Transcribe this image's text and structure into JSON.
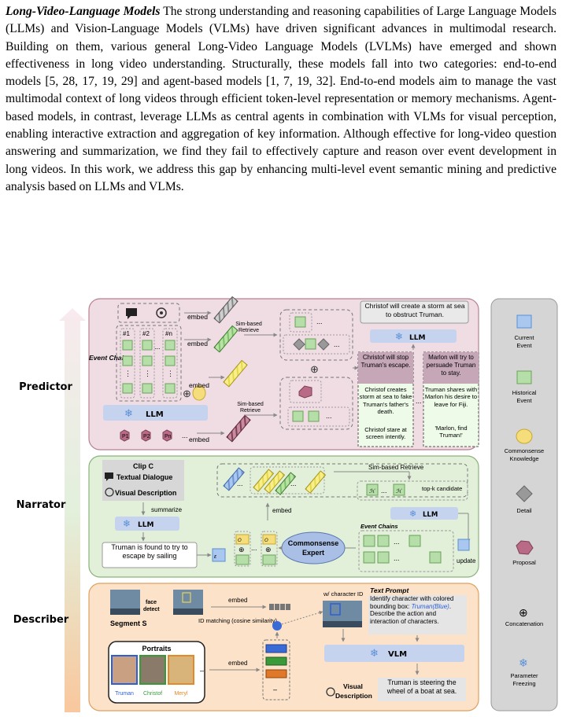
{
  "paragraph": {
    "lead": "Long-Video-Language Models",
    "body": " The strong understanding and reasoning capabilities of Large Language Models (LLMs) and Vision-Language Models (VLMs) have driven significant advances in multimodal research. Building on them, various general Long-Video Language Models (LVLMs) have emerged and shown effectiveness in long video understanding. Structurally, these models fall into two categories: end-to-end models [5, 28, 17, 19, 29] and agent-based models [1, 7, 19, 32]. End-to-end models aim to manage the vast multimodal context of long videos through efficient token-level representation or memory mechanisms. Agent-based models, in contrast, leverage LLMs as central agents in combination with VLMs for visual perception, enabling interactive extraction and aggregation of key information. Although effective for long-video question answering and summarization, we find they fail to effectively capture and reason over event development in long videos. In this work, we address this gap by enhancing multi-level event semantic mining and predictive analysis based on LLMs and VLMs."
  },
  "figure": {
    "stages": {
      "predictor": "Predictor",
      "narrator": "Narrator",
      "describer": "Describer"
    },
    "predictor": {
      "event_chains": "Event Chains",
      "chain_ids": [
        "#1",
        "#2",
        "#n"
      ],
      "embed": "embed",
      "sim_retrieve": "Sim-based Retrieve",
      "llm": "LLM",
      "proposals": [
        "P1",
        "P2",
        "Pn"
      ],
      "output": "Christof will create a storm at sea to obstruct Truman.",
      "col1": [
        "Christof will stop Truman's escape.",
        "Christof creates storm at sea to fake Truman's father's death.",
        "Christof stare at screen intently."
      ],
      "col2": [
        "Marlon will try to persuade Truman to stay.",
        "Truman shares with Marlon his desire to leave for Fiji.",
        "'Marlon, find Truman!'"
      ],
      "dots": "..."
    },
    "narrator": {
      "clip": "Clip C",
      "textual": "Textual Dialogue",
      "visual": "Visual Description",
      "summarize": "summarize",
      "llm": "LLM",
      "summary": "Truman is found to try to escape by sailing",
      "embed": "embed",
      "sim_retrieve": "Sim-based Retrieve",
      "topk": "top-k candidate",
      "expert": "Commonsense Expert",
      "event_chains": "Event Chains",
      "update": "update"
    },
    "describer": {
      "segment": "Segment S",
      "face_detect": "face detect",
      "embed": "embed",
      "id_matching": "ID matching (cosine similarity)",
      "with_id": "w/ character ID",
      "text_prompt_title": "Text Prompt",
      "prompt_a": "Identify character with colored bounding box: ",
      "prompt_name": "Truman(Blue)",
      "prompt_b": ". Describe the action and interaction of characters.",
      "vlm": "VLM",
      "portraits": "Portraits",
      "names": [
        "Truman",
        "Christof",
        "Meryl"
      ],
      "visual_desc": "Visual Description",
      "output": "Truman is steering the wheel of a boat at sea."
    },
    "legend": [
      "Current Event",
      "Historical Event",
      "Commonsense Knowledge",
      "Detail",
      "Proposal",
      "Concatenation",
      "Parameter Freezing"
    ],
    "colors": {
      "predictor_bg": "#efdde3",
      "narrator_bg": "#e2efd9",
      "describer_bg": "#fbe2c8",
      "llm_bar": "#c5d3ef",
      "current": "#a9c7ef",
      "historical": "#b6dea8"
    }
  }
}
